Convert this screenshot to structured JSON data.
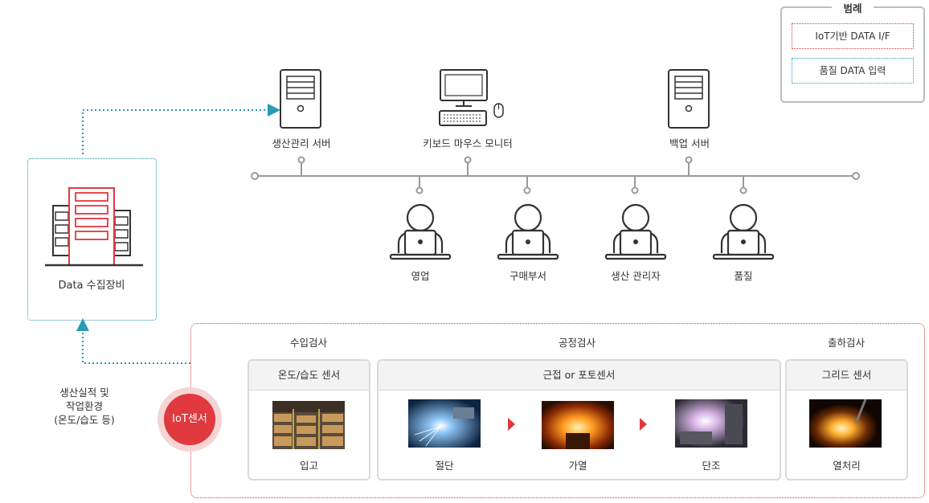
{
  "legend": {
    "title": "범례",
    "items": [
      {
        "label": "IoT기반 DATA I/F",
        "color": "#e0393e"
      },
      {
        "label": "품질 DATA 입력",
        "color": "#2a9bb0"
      }
    ]
  },
  "network": {
    "nodes": [
      {
        "label": "생산관리 서버",
        "icon": "server-icon"
      },
      {
        "label": "키보드 마우스 모니터",
        "icon": "computer-icon"
      },
      {
        "label": "백업 서버",
        "icon": "server-icon"
      }
    ],
    "users": [
      {
        "label": "영업",
        "icon": "user-laptop-icon"
      },
      {
        "label": "구매부서",
        "icon": "user-laptop-icon"
      },
      {
        "label": "생산 관리자",
        "icon": "user-laptop-icon"
      },
      {
        "label": "품질",
        "icon": "user-laptop-icon"
      }
    ]
  },
  "data_device": {
    "label": "Data 수집장비",
    "icon": "building-icon"
  },
  "side_note": {
    "lines": [
      "생산실적 및",
      "작업환경",
      "(온도/습도 등)"
    ]
  },
  "iot_sensor": {
    "label": "IoT센서"
  },
  "inspections": {
    "incoming": {
      "title": "수입검사",
      "sensor": "온도/습도 센서",
      "steps": [
        {
          "label": "입고",
          "photo": "warehouse-photo"
        }
      ]
    },
    "process": {
      "title": "공정검사",
      "sensor": "근접 or 포토센서",
      "steps": [
        {
          "label": "절단",
          "photo": "cutting-photo"
        },
        {
          "label": "가열",
          "photo": "heating-photo"
        },
        {
          "label": "단조",
          "photo": "forging-photo"
        }
      ]
    },
    "shipping": {
      "title": "출하검사",
      "sensor": "그리드 센서",
      "steps": [
        {
          "label": "열처리",
          "photo": "heat-treatment-photo"
        }
      ]
    }
  },
  "colors": {
    "accent_red": "#e0393e",
    "teal": "#2a9bb0",
    "border_gray": "#dadada"
  }
}
